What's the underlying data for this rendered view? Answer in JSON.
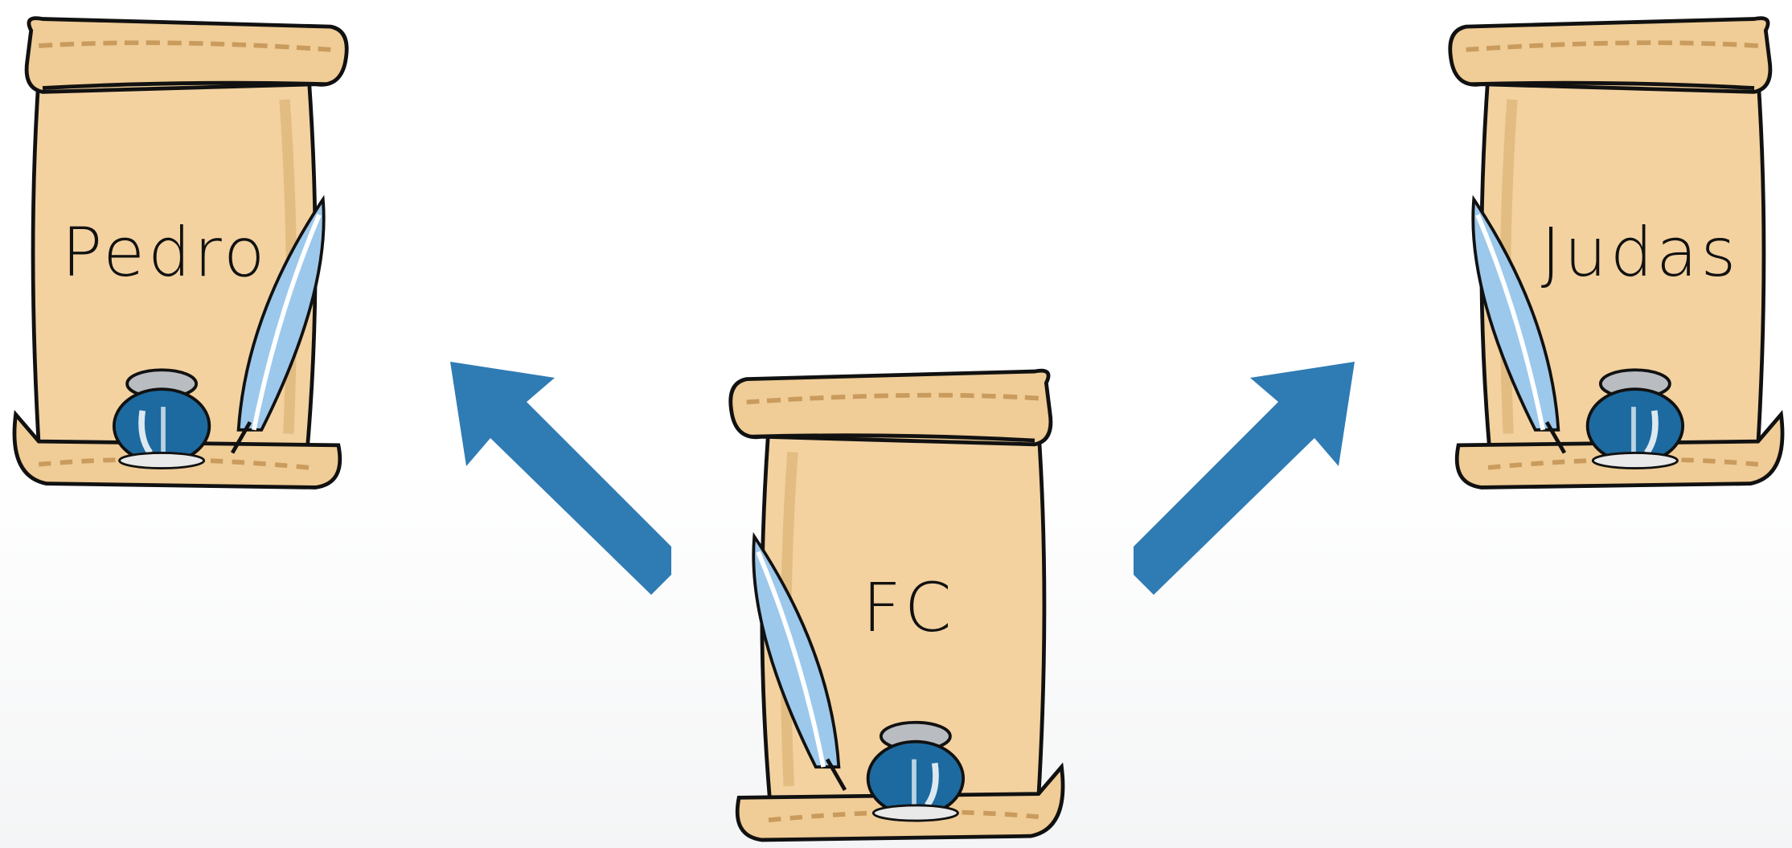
{
  "scrolls": {
    "left": {
      "label": "Pedro"
    },
    "center": {
      "label": "FC"
    },
    "right": {
      "label": "Judas"
    }
  },
  "arrows": [
    {
      "direction": "up-left",
      "from": "center",
      "to": "left"
    },
    {
      "direction": "up-right",
      "from": "center",
      "to": "right"
    }
  ],
  "colors": {
    "parchment": "#f3d2a0",
    "parchment_shadow": "#d9ad6e",
    "arrow": "#2f7bb4",
    "quill": "#9cc8ec",
    "ink": "#1d6aa0"
  },
  "icons": [
    "scroll-icon",
    "quill-icon",
    "inkwell-icon",
    "arrow-icon"
  ]
}
